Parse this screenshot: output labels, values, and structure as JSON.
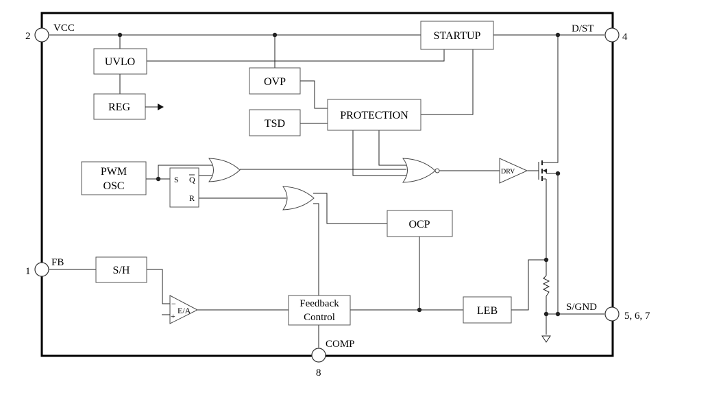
{
  "pins": {
    "vcc": {
      "number": "2",
      "name": "VCC"
    },
    "dst": {
      "number": "4",
      "name": "D/ST"
    },
    "fb": {
      "number": "1",
      "name": "FB"
    },
    "sgnd": {
      "number": "5, 6, 7",
      "name": "S/GND"
    },
    "comp": {
      "number": "8",
      "name": "COMP"
    }
  },
  "blocks": {
    "startup": "STARTUP",
    "uvlo": "UVLO",
    "reg": "REG",
    "ovp": "OVP",
    "tsd": "TSD",
    "protection": "PROTECTION",
    "pwm_line1": "PWM",
    "pwm_line2": "OSC",
    "latch_s": "S",
    "latch_q": "Q",
    "latch_r": "R",
    "ocp": "OCP",
    "sh": "S/H",
    "ea": "E/A",
    "feedback_line1": "Feedback",
    "feedback_line2": "Control",
    "leb": "LEB",
    "drv": "DRV"
  }
}
